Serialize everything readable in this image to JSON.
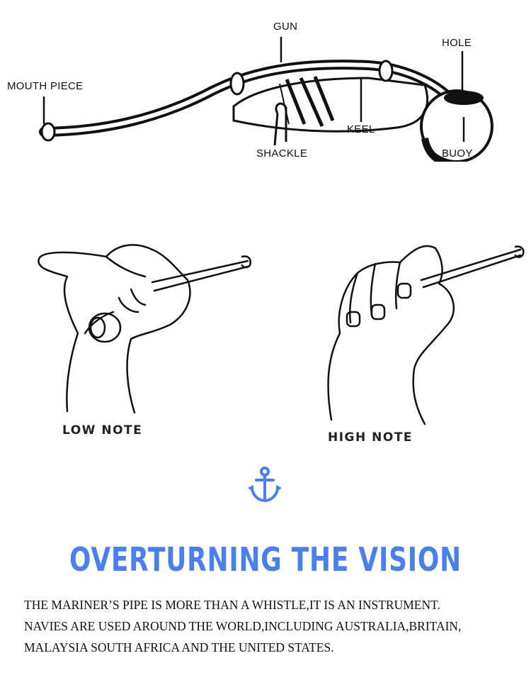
{
  "diagram": {
    "labels": {
      "gun": "GUN",
      "hole": "HOLE",
      "mouth_piece": "MOUTH PIECE",
      "keel": "KEEL",
      "shackle": "SHACKLE",
      "buoy": "BUOY"
    }
  },
  "hands": {
    "low_note": "LOW NOTE",
    "high_note": "HIGH NOTE"
  },
  "divider_icon": "anchor-icon",
  "accent_color": "#4a7ff0",
  "headline": "OVERTURNING THE VISION",
  "body": {
    "line1": "THE MARINER’S PIPE IS MORE THAN A WHISTLE,IT IS AN INSTRUMENT.",
    "line2": "NAVIES ARE USED AROUND THE WORLD,INCLUDING AUSTRALIA,BRITAIN,",
    "line3": "MALAYSIA SOUTH AFRICA AND THE UNITED STATES."
  }
}
